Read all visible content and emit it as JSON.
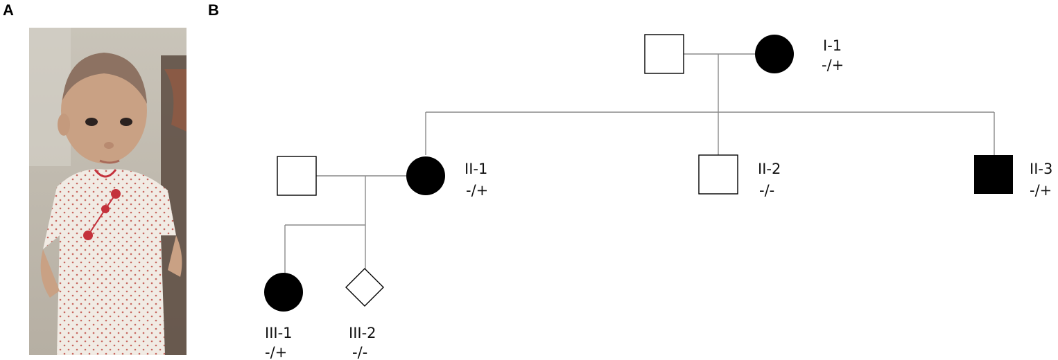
{
  "panels": {
    "a": "A",
    "b": "B"
  },
  "photo": {
    "description_icon": "child-photo"
  },
  "individuals": [
    {
      "id": "I-1",
      "genotype": "-/+",
      "sex": "female",
      "affected": true
    },
    {
      "id": "I-father",
      "sex": "male",
      "affected": false
    },
    {
      "id": "II-1",
      "genotype": "-/+",
      "sex": "female",
      "affected": true
    },
    {
      "id": "II-2",
      "genotype": "-/-",
      "sex": "male",
      "affected": false
    },
    {
      "id": "II-3",
      "genotype": "-/+",
      "sex": "male",
      "affected": true
    },
    {
      "id": "II-spouse",
      "sex": "male",
      "affected": false
    },
    {
      "id": "III-1",
      "genotype": "-/+",
      "sex": "female",
      "affected": true
    },
    {
      "id": "III-2",
      "genotype": "-/-",
      "sex": "unknown",
      "affected": false
    }
  ],
  "colors": {
    "affected": "#000000",
    "unaffected": "#ffffff",
    "line": "#8a8a8a",
    "outline": "#000000"
  }
}
